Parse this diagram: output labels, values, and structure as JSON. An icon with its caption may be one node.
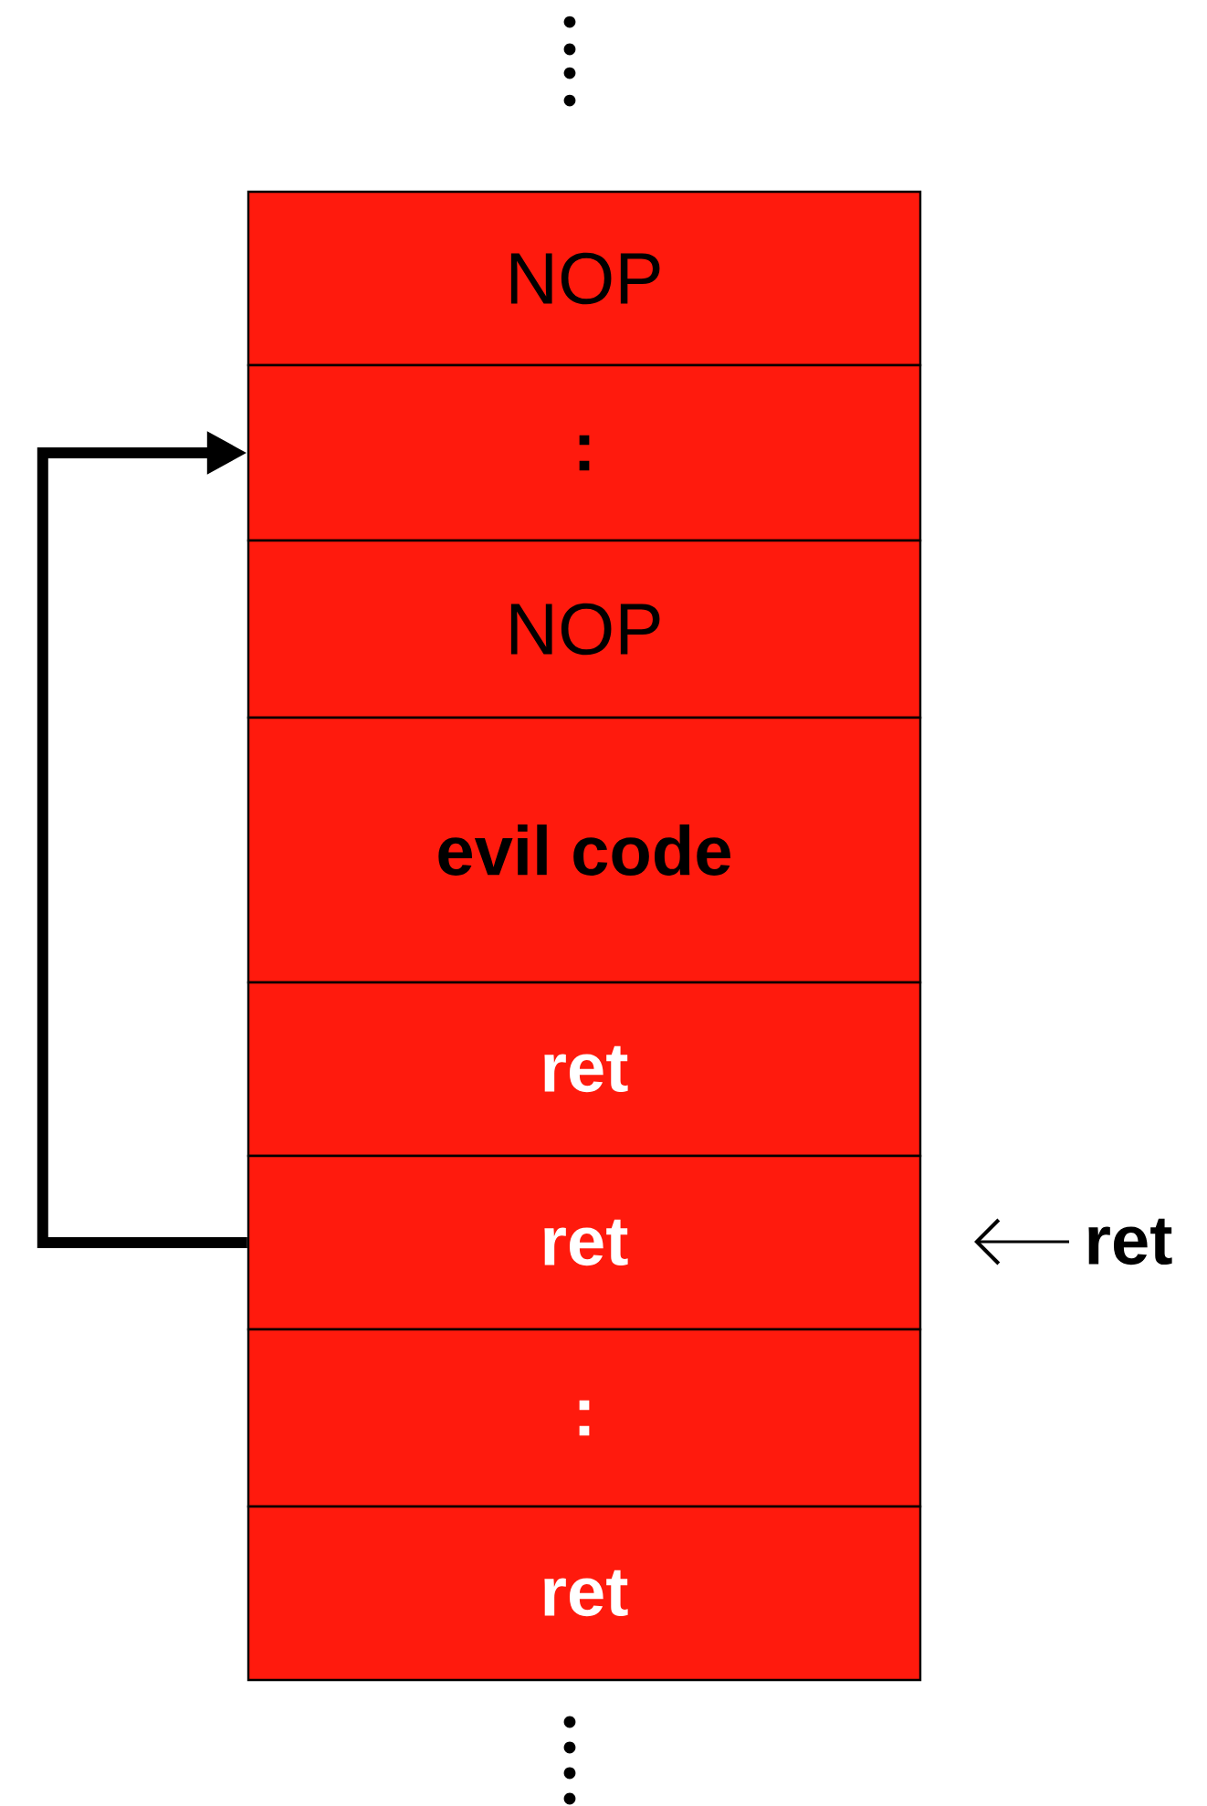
{
  "diagram": {
    "nodes": [
      {
        "text": [
          "NOP"
        ]
      },
      {
        "text": [
          ":"
        ]
      },
      {
        "text": [
          "NOP"
        ]
      },
      {
        "text": [
          "evil code"
        ]
      },
      {
        "text": [
          "ret"
        ]
      },
      {
        "text": [
          "ret"
        ]
      },
      {
        "text": [
          ":"
        ]
      },
      {
        "text": [
          "ret"
        ]
      },
      {
        "text": [
          "ret"
        ]
      }
    ],
    "edges": [
      {
        "from": 5,
        "to": 1,
        "arrow": "to",
        "style": "thick"
      },
      {
        "from": 8,
        "to": null,
        "arrow": "to"
      }
    ]
  }
}
